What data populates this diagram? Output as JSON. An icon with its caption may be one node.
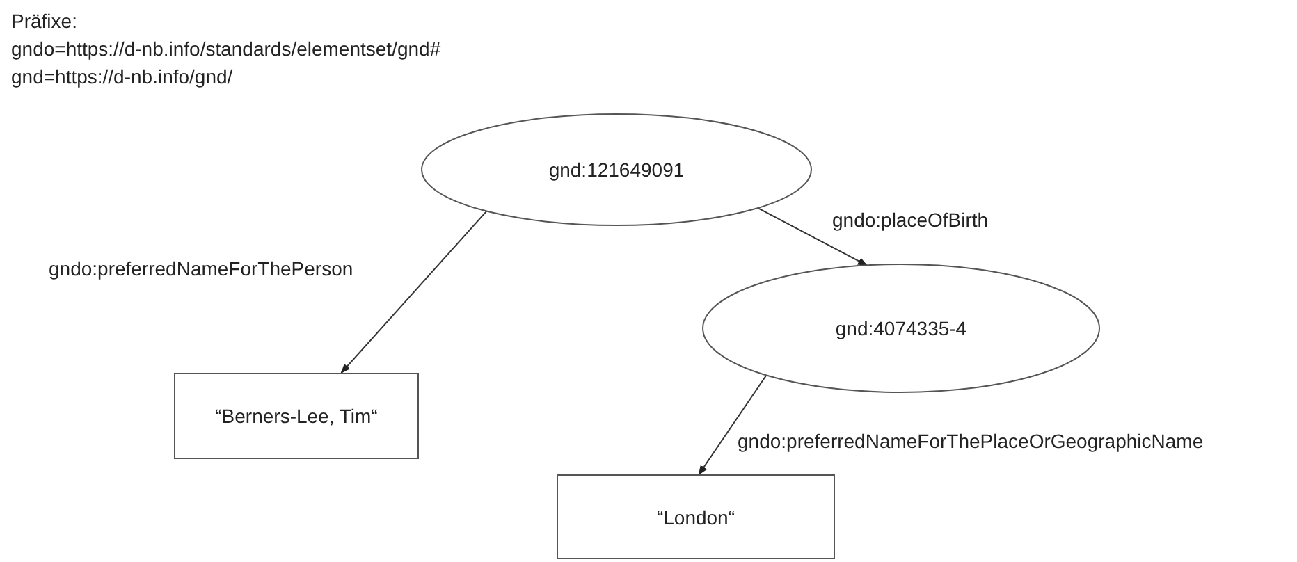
{
  "diagram": {
    "nodes": [
      {
        "text": [
          "gnd:121649091"
        ]
      },
      {
        "text": [
          "gnd:4074335-4"
        ]
      },
      {
        "text": [
          "“Berners-Lee, Tim“"
        ]
      },
      {
        "text": [
          "“London“"
        ]
      }
    ],
    "edges": [
      {
        "from": 0,
        "to": 1,
        "arrow": "to",
        "label": "gndo:placeOfBirth"
      },
      {
        "from": 0,
        "to": 2,
        "arrow": "to",
        "label": "gndo:preferredNameForThePerson"
      },
      {
        "from": 1,
        "to": 3,
        "arrow": "to",
        "label": "gndo:preferredNameForThePlaceOrGeographicName"
      }
    ],
    "labels": [
      "Präfixe:",
      "gndo=https://d-nb.info/standards/elementset/gnd#",
      "gnd=https://d-nb.info/gnd/"
    ]
  }
}
